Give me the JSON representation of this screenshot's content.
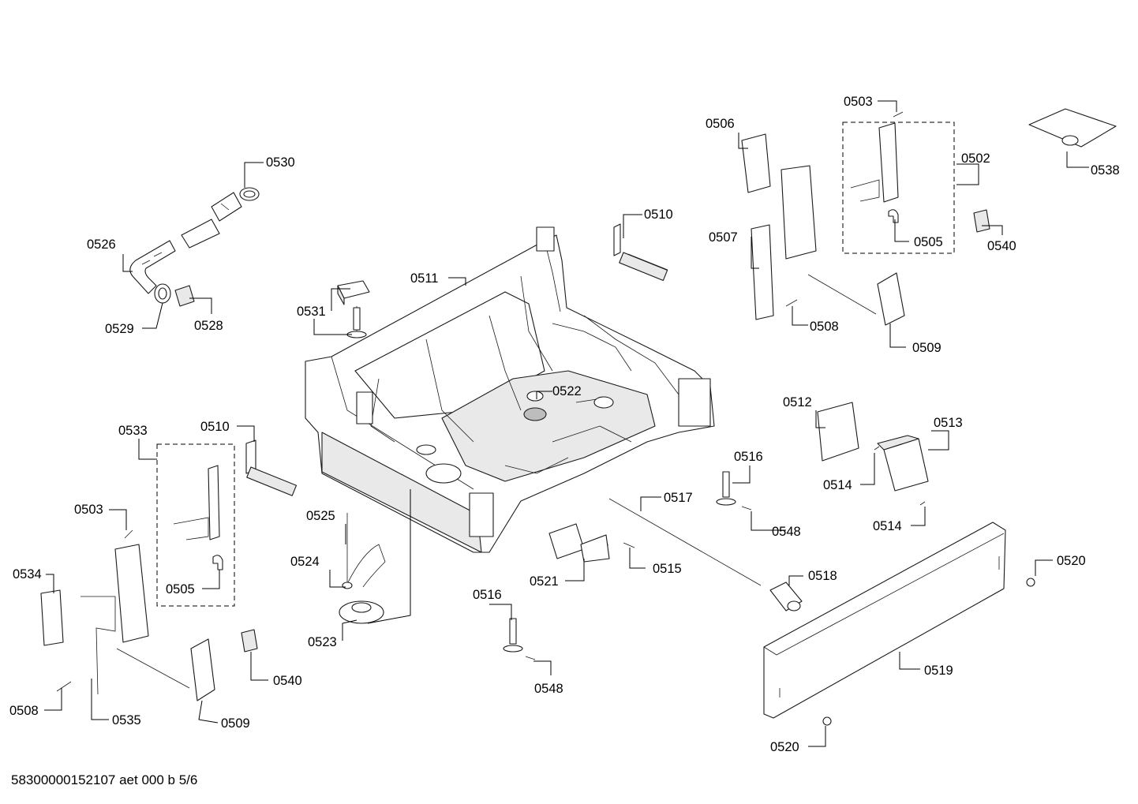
{
  "drawing_id": "58300000152107 aet 000 b 5/6",
  "callouts": [
    {
      "key": "c0503a",
      "text": "0503"
    },
    {
      "key": "c0506",
      "text": "0506"
    },
    {
      "key": "c0502",
      "text": "0502"
    },
    {
      "key": "c0538",
      "text": "0538"
    },
    {
      "key": "c0530",
      "text": "0530"
    },
    {
      "key": "c0526",
      "text": "0526"
    },
    {
      "key": "c0510a",
      "text": "0510"
    },
    {
      "key": "c0507",
      "text": "0507"
    },
    {
      "key": "c0505a",
      "text": "0505"
    },
    {
      "key": "c0540a",
      "text": "0540"
    },
    {
      "key": "c0529",
      "text": "0529"
    },
    {
      "key": "c0528",
      "text": "0528"
    },
    {
      "key": "c0511",
      "text": "0511"
    },
    {
      "key": "c0531",
      "text": "0531"
    },
    {
      "key": "c0508a",
      "text": "0508"
    },
    {
      "key": "c0509a",
      "text": "0509"
    },
    {
      "key": "c0522",
      "text": "0522"
    },
    {
      "key": "c0512",
      "text": "0512"
    },
    {
      "key": "c0513",
      "text": "0513"
    },
    {
      "key": "c0533",
      "text": "0533"
    },
    {
      "key": "c0510b",
      "text": "0510"
    },
    {
      "key": "c0516a",
      "text": "0516"
    },
    {
      "key": "c0514a",
      "text": "0514"
    },
    {
      "key": "c0517",
      "text": "0517"
    },
    {
      "key": "c0503b",
      "text": "0503"
    },
    {
      "key": "c0525",
      "text": "0525"
    },
    {
      "key": "c0548a",
      "text": "0548"
    },
    {
      "key": "c0514b",
      "text": "0514"
    },
    {
      "key": "c0520a",
      "text": "0520"
    },
    {
      "key": "c0524",
      "text": "0524"
    },
    {
      "key": "c0515",
      "text": "0515"
    },
    {
      "key": "c0534",
      "text": "0534"
    },
    {
      "key": "c0521",
      "text": "0521"
    },
    {
      "key": "c0518",
      "text": "0518"
    },
    {
      "key": "c0505b",
      "text": "0505"
    },
    {
      "key": "c0516b",
      "text": "0516"
    },
    {
      "key": "c0523",
      "text": "0523"
    },
    {
      "key": "c0519",
      "text": "0519"
    },
    {
      "key": "c0540b",
      "text": "0540"
    },
    {
      "key": "c0548b",
      "text": "0548"
    },
    {
      "key": "c0508b",
      "text": "0508"
    },
    {
      "key": "c0535",
      "text": "0535"
    },
    {
      "key": "c0509b",
      "text": "0509"
    },
    {
      "key": "c0520b",
      "text": "0520"
    }
  ]
}
